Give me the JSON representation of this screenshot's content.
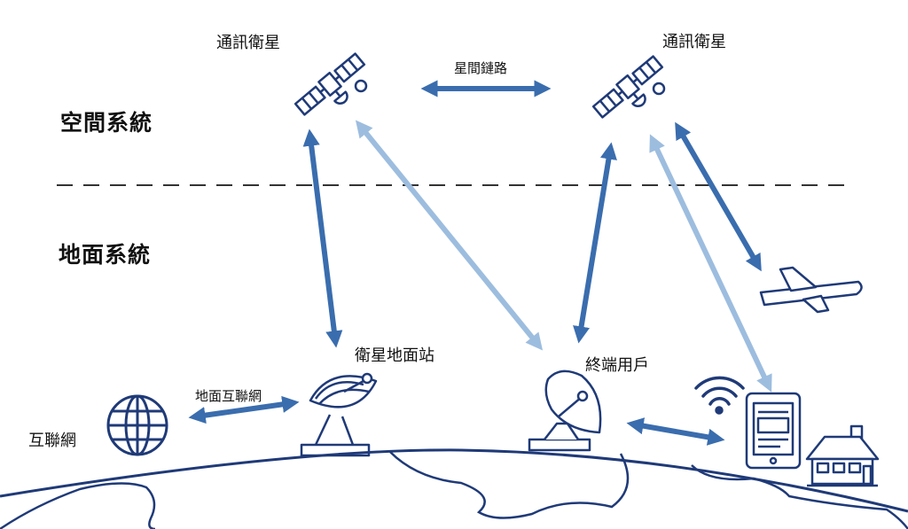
{
  "zones": {
    "space": "空間系統",
    "ground": "地面系統"
  },
  "labels": {
    "satellite_left": "通訊衛星",
    "satellite_right": "通訊衛星",
    "inter_satellite_link": "星間鏈路",
    "ground_station": "衛星地面站",
    "terminal_user": "終端用戶",
    "internet": "互聯網",
    "ground_internet": "地面互聯網"
  },
  "colors": {
    "dark_blue": "#3A6DAE",
    "light_blue": "#9DBDDF",
    "icon_navy": "#1F3A78"
  },
  "icons": [
    "satellite-icon",
    "satellite-icon",
    "satellite-dish-icon",
    "satellite-dish-icon",
    "globe-icon",
    "airplane-icon",
    "wifi-icon",
    "tablet-icon",
    "house-icon"
  ]
}
